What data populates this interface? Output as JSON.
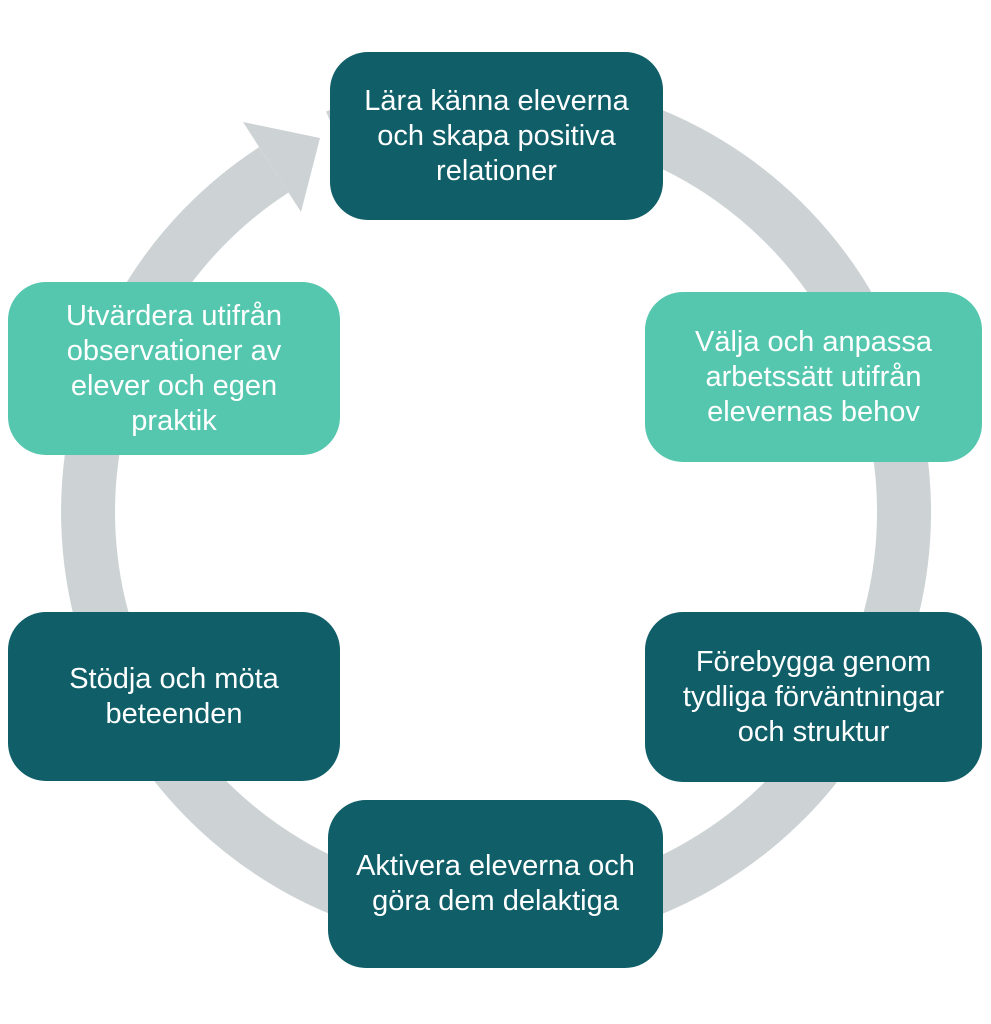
{
  "diagram": {
    "type": "cycle",
    "direction": "clockwise",
    "colors": {
      "dark_teal": "#0f5e68",
      "mint": "#55c7ae",
      "ring_gray": "#cdd3d4",
      "text": "#ffffff",
      "background": "#ffffff"
    },
    "steps": [
      {
        "label": "Lära känna eleverna\noch skapa positiva\nrelationer",
        "variant": "dark",
        "position": "top"
      },
      {
        "label": "Välja och anpassa\narbetssätt utifrån\nelevernas behov",
        "variant": "mint",
        "position": "upper-right"
      },
      {
        "label": "Förebygga genom\ntydliga förväntningar\noch struktur",
        "variant": "dark",
        "position": "lower-right"
      },
      {
        "label": "Aktivera eleverna och\ngöra dem delaktiga",
        "variant": "dark",
        "position": "bottom"
      },
      {
        "label": "Stödja och möta\nbeteenden",
        "variant": "dark",
        "position": "lower-left"
      },
      {
        "label": "Utvärdera utifrån\nobservationer av\nelever och egen\npraktik",
        "variant": "mint",
        "position": "upper-left"
      }
    ]
  }
}
